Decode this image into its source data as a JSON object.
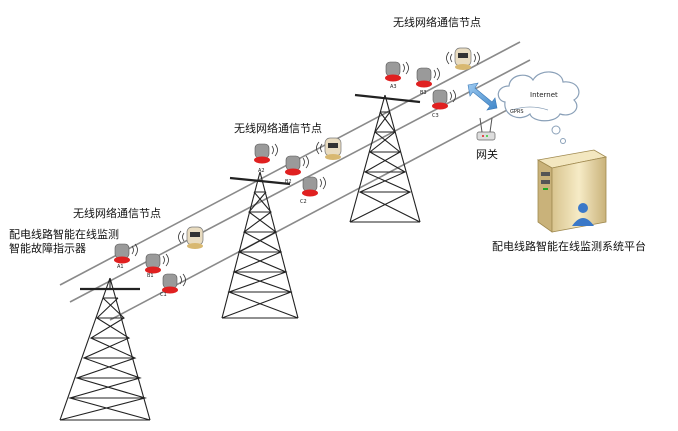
{
  "labels": {
    "node_top": "无线网络通信节点",
    "node_mid": "无线网络通信节点",
    "node_left": "无线网络通信节点",
    "indicator_line1": "配电线路智能在线监测",
    "indicator_line2": "智能故障指示器",
    "gateway": "网关",
    "platform": "配电线路智能在线监测系统平台",
    "internet": "Internet",
    "gprs": "GPRS"
  },
  "sensor_tags": {
    "left": [
      "A1",
      "B1",
      "C1"
    ],
    "mid": [
      "A2",
      "B2",
      "C2"
    ],
    "right": [
      "A3",
      "B3",
      "C3"
    ]
  },
  "colors": {
    "line": "#8a8a8a",
    "tower": "#222222",
    "sensor_body": "#9a9a9a",
    "sensor_base": "#e02020",
    "node_body": "#e9dcc0",
    "arrow": "#6aa9e0",
    "cloud_stroke": "#8aa0b8",
    "server": "#f0e0b0"
  }
}
